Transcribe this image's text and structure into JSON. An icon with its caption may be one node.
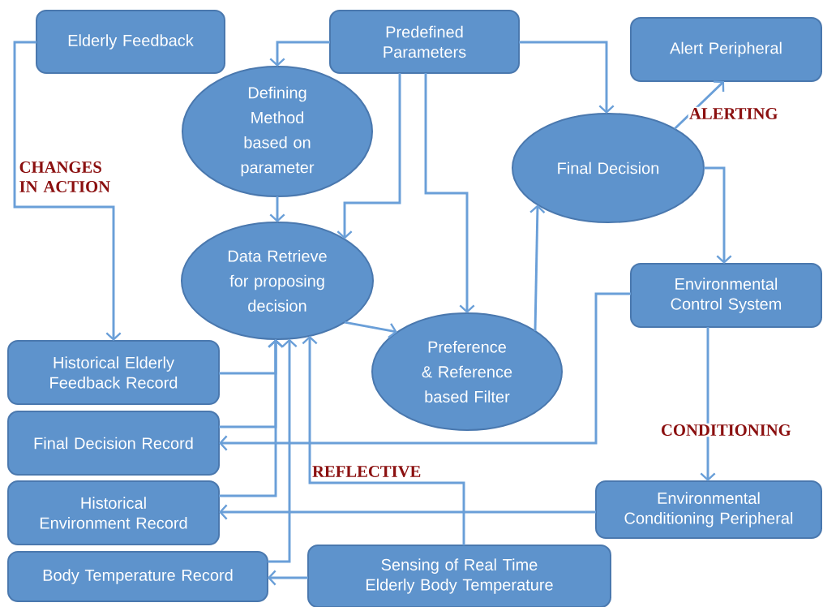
{
  "diagram": {
    "nodes": [
      {
        "text": [
          "Elderly Feedback"
        ]
      },
      {
        "text": [
          "Predefined Parameters"
        ]
      },
      {
        "text": [
          "Alert Peripheral"
        ]
      },
      {
        "text": [
          "Defining Method based on parameter"
        ]
      },
      {
        "text": [
          "Final Decision"
        ]
      },
      {
        "text": [
          "Data Retrieve for proposing decision"
        ]
      },
      {
        "text": [
          "Environmental Control System"
        ]
      },
      {
        "text": [
          "Preference & Reference based Filter"
        ]
      },
      {
        "text": [
          "Historical Elderly Feedback Record"
        ]
      },
      {
        "text": [
          "Final Decision Record"
        ]
      },
      {
        "text": [
          "Historical Environment Record"
        ]
      },
      {
        "text": [
          "Environmental Conditioning Peripheral"
        ]
      },
      {
        "text": [
          "Body Temperature Record"
        ]
      },
      {
        "text": [
          "Sensing of Real Time Elderly Body Temperature"
        ]
      }
    ],
    "edges": [
      {
        "from": 0,
        "to": 8,
        "arrow": "to",
        "label": "CHANGES IN ACTION"
      },
      {
        "from": 1,
        "to": 3,
        "arrow": "to"
      },
      {
        "from": 1,
        "to": 5,
        "arrow": "to"
      },
      {
        "from": 1,
        "to": 4,
        "arrow": "to"
      },
      {
        "from": 1,
        "to": 7,
        "arrow": "to"
      },
      {
        "from": 3,
        "to": 5,
        "arrow": "to"
      },
      {
        "from": 5,
        "to": 7,
        "arrow": "to"
      },
      {
        "from": 7,
        "to": 4,
        "arrow": "to"
      },
      {
        "from": 4,
        "to": 2,
        "arrow": "to",
        "label": "ALERTING"
      },
      {
        "from": 4,
        "to": 6,
        "arrow": "to"
      },
      {
        "from": 6,
        "to": 9,
        "arrow": "to"
      },
      {
        "from": 6,
        "to": 11,
        "arrow": "to",
        "label": "CONDITIONING"
      },
      {
        "from": 11,
        "to": 10,
        "arrow": "to"
      },
      {
        "from": 13,
        "to": 12,
        "arrow": "to"
      },
      {
        "from": 13,
        "to": 5,
        "arrow": "to",
        "label": "REFLECTIVE"
      },
      {
        "from": 8,
        "to": 5,
        "arrow": "to"
      },
      {
        "from": 9,
        "to": 5,
        "arrow": "to"
      },
      {
        "from": 10,
        "to": 5,
        "arrow": "to"
      },
      {
        "from": 12,
        "to": 5,
        "arrow": "to"
      }
    ]
  }
}
